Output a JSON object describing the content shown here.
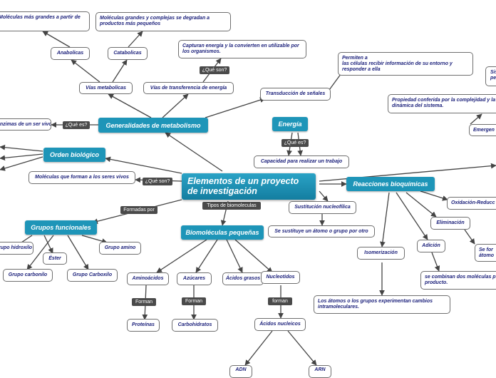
{
  "central": "Elementos de un proyecto de investigación",
  "topics": {
    "generalidades": "Generalidades de metabolismo",
    "energia": "Energía",
    "orden": "Orden biológico",
    "reacciones": "Reacciones bioquímicas",
    "grupos": "Grupos funcionales",
    "biomoleculas": "Biomoléculas pequeñas"
  },
  "nodes": {
    "moleculas_grandes": "Moléculas más grandes a partir de",
    "moleculas_complejas": "Moléculas grandes y complejas se degradan a productos más pequeños",
    "anabolicas": "Anabolicas",
    "catabolicas": "Catabolicas",
    "capturan": "Capturan energía y la convierten en utilizable por los organismos.",
    "vias_metabolicas": "Vías metabolicas",
    "vias_transferencia": "Vías de transferencia de energía",
    "transduccion": "Transducción de señales",
    "permiten": "Permiten a\n las células recibir información de su entorno y responder a ella",
    "partial_top_right": "Sis\npe",
    "propiedad": "Propiedad conferida por la complejidad y la dinámica del sistema.",
    "emergen": "Emergen",
    "enzimas": "enzimas de un ser vivo",
    "capacidad": "Capacidad para realizar un trabajo",
    "moleculas_forman": "Moléculas que forman a los seres vivos",
    "sustitucion": "Sustitución nucleofílica",
    "sustituye": "Se sustituye un átomo o grupo por otro",
    "oxidacion": "Oxidación-Reducc",
    "eliminacion": "Eliminación",
    "se_forma": "Se for\nátomo",
    "adicion": "Adición",
    "isomerizacion": "Isomerización",
    "se_combinan": "se combinan dos moléculas p producto.",
    "los_atomos": "Los átomos o los grupos experimentan cambios intramoleculares.",
    "grupo_hidroxilo": "rupo hidroxilo",
    "ester": "Éster",
    "grupo_amino": "Grupo amino",
    "grupo_carbonilo": "Grupo carbonilo",
    "grupo_carboxilo": "Grupo Carboxilo",
    "aminoacidos": "Aminoácidos",
    "azucares": "Azúcares",
    "acidos_grasos": "Ácidos grasos",
    "nucleotidos": "Nucleotidos",
    "proteinas": "Proteínas",
    "carbohidratos": "Carbohidratos",
    "acidos_nucleicos": "Ácidos nucleicos",
    "adn": "ADN",
    "arn": "ARN"
  },
  "tags": {
    "que_son_1": "¿Qué son?",
    "que_es_1": "¿Qué es?",
    "que_es_2": "¿Qué es?",
    "que_son_2": "¿Qué son?",
    "tipos": "Tipos de biomoleculas",
    "formadas": "Formadas por",
    "forman_1": "Forman",
    "forman_2": "Forman",
    "forman_3": "forman"
  },
  "colors": {
    "topic": "#1e95b8",
    "node_text": "#1a1f7a",
    "tag": "#4a4a4a",
    "line": "#444444"
  }
}
